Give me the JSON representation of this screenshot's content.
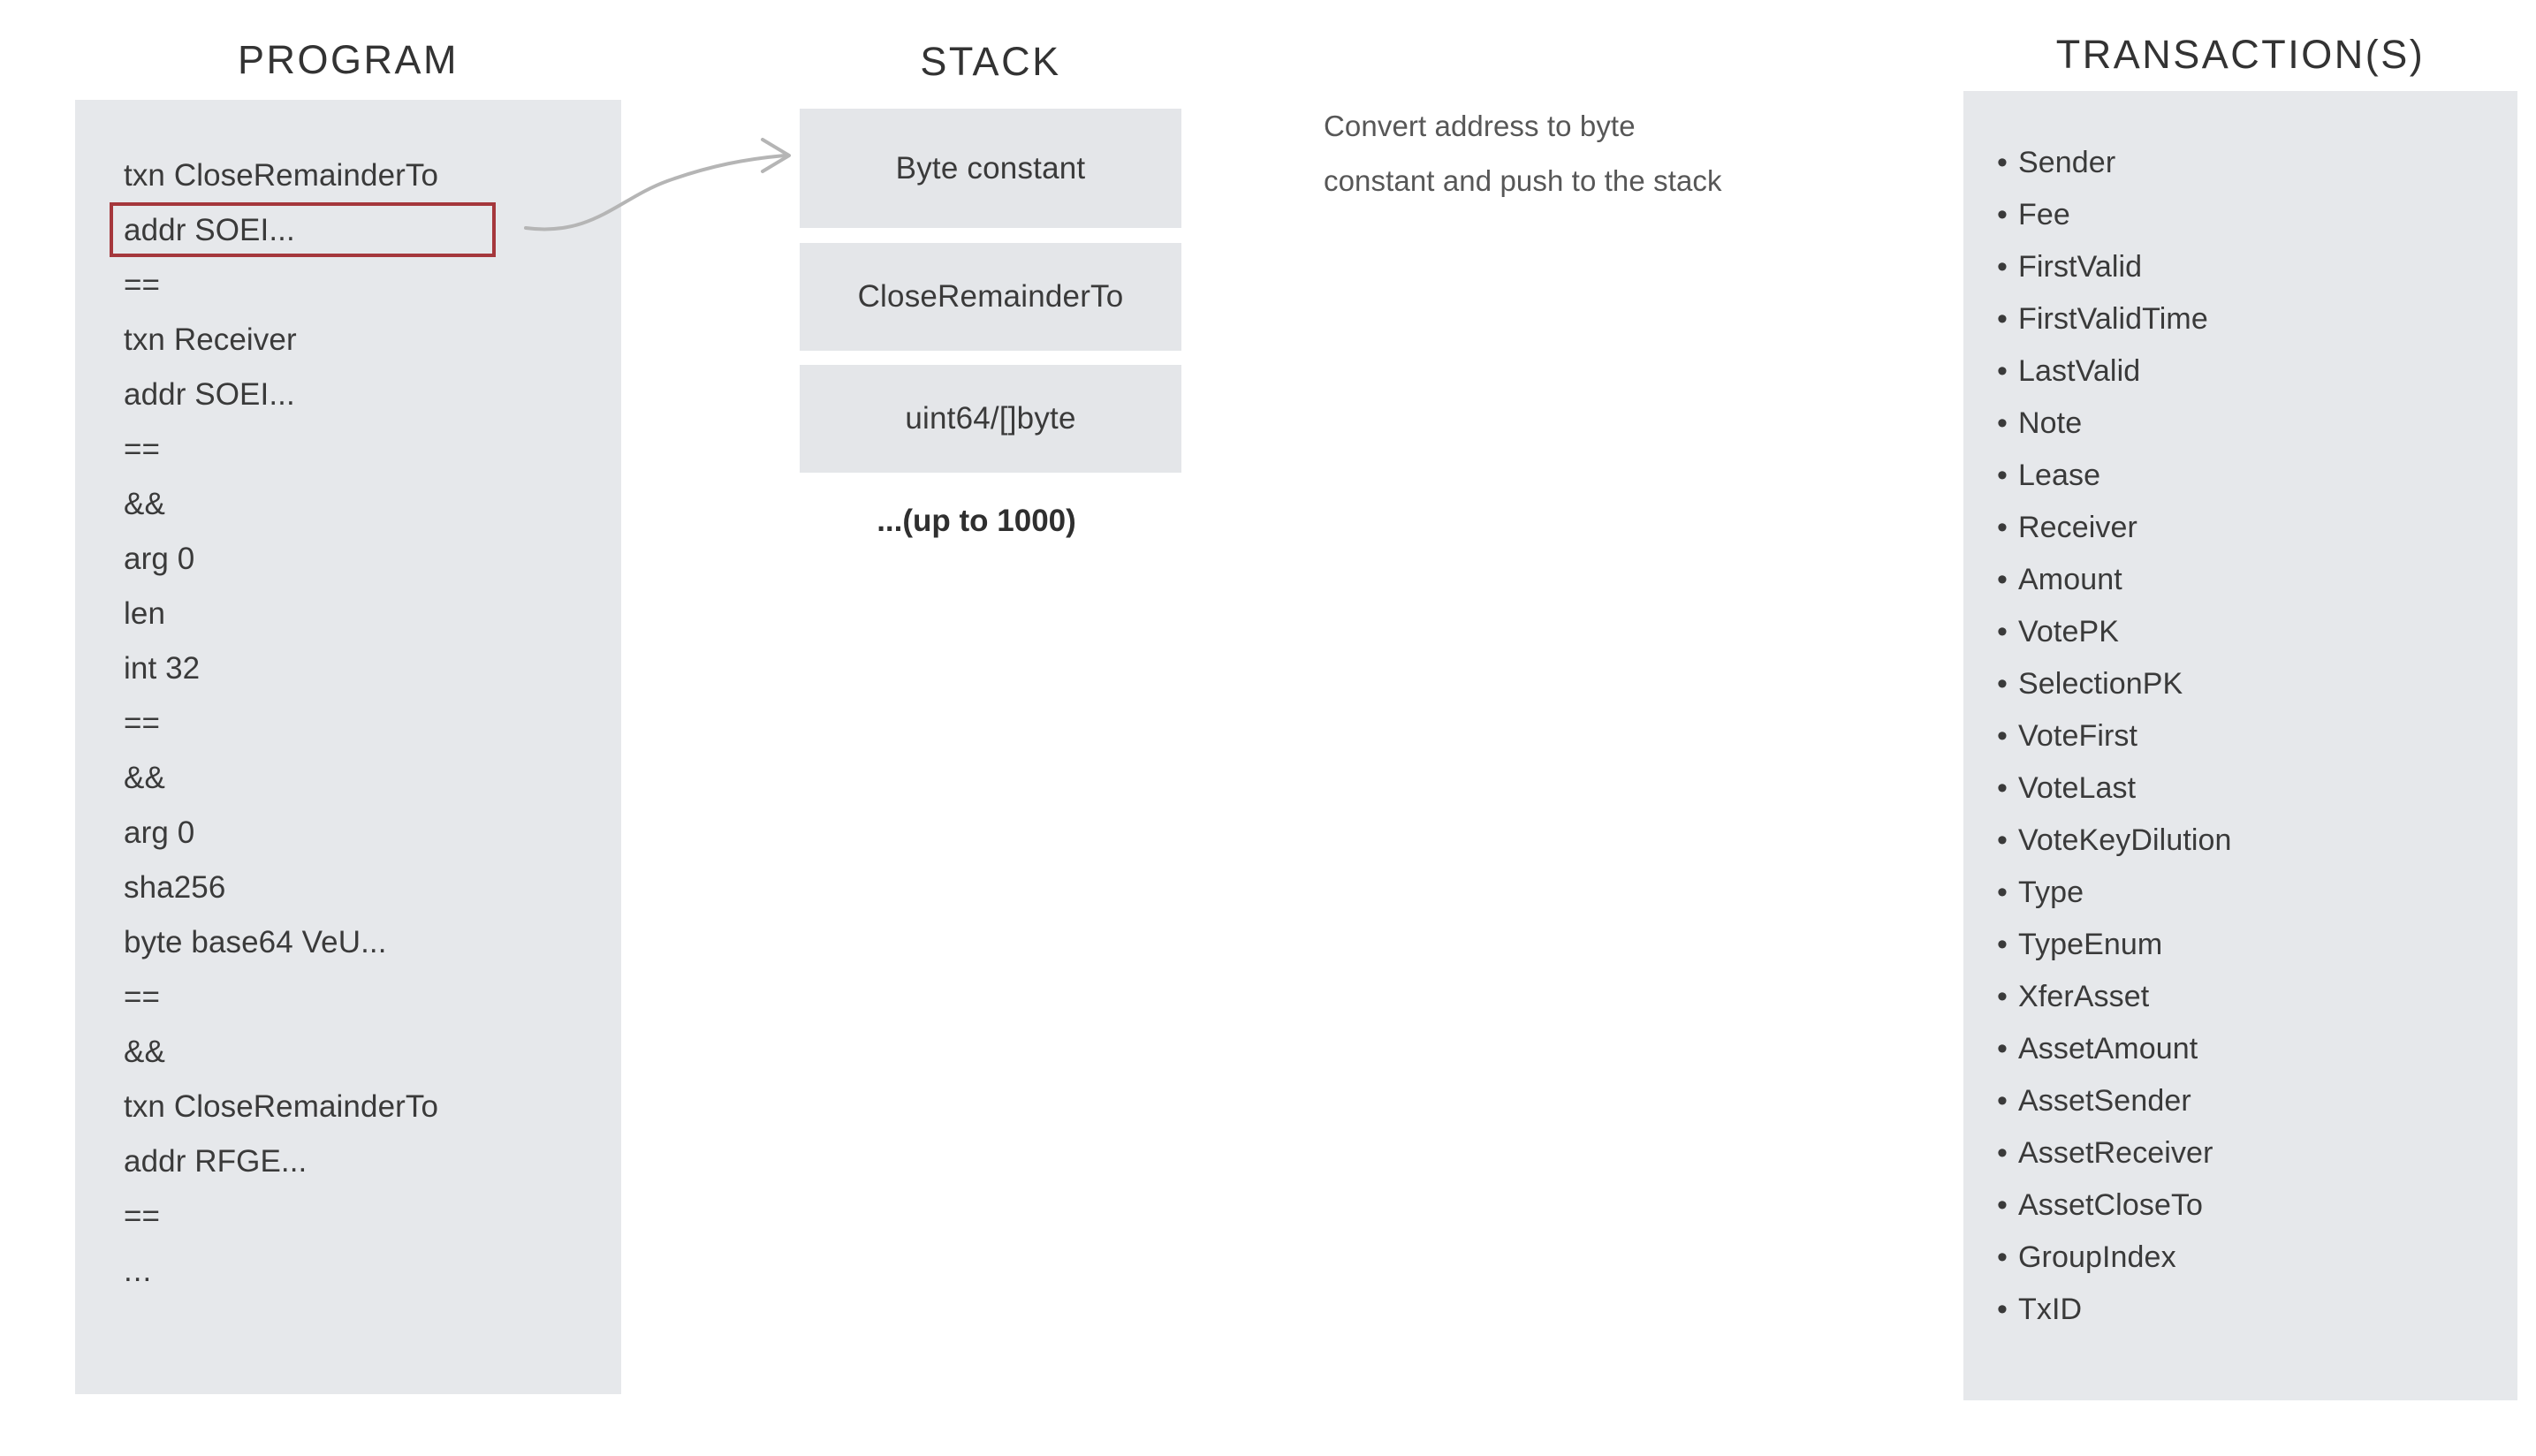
{
  "columns": {
    "program_title": "PROGRAM",
    "stack_title": "STACK",
    "transactions_title": "TRANSACTION(S)"
  },
  "colors": {
    "panel_bg": "#e6e8eb",
    "stack_box_bg": "#e4e6e9",
    "highlight_border": "#a5373c",
    "text": "#3a3a3a",
    "annotation_text": "#575757",
    "arrow": "#b3b3b3",
    "page_bg": "#ffffff"
  },
  "program": {
    "lines": [
      {
        "text": "txn CloseRemainderTo",
        "highlighted": false
      },
      {
        "text": "addr SOEI...",
        "highlighted": true
      },
      {
        "text": "==",
        "highlighted": false
      },
      {
        "text": "txn Receiver",
        "highlighted": false
      },
      {
        "text": "addr SOEI...",
        "highlighted": false
      },
      {
        "text": "==",
        "highlighted": false
      },
      {
        "text": "&&",
        "highlighted": false
      },
      {
        "text": "arg 0",
        "highlighted": false
      },
      {
        "text": "len",
        "highlighted": false
      },
      {
        "text": "int 32",
        "highlighted": false
      },
      {
        "text": "==",
        "highlighted": false
      },
      {
        "text": "&&",
        "highlighted": false
      },
      {
        "text": "arg 0",
        "highlighted": false
      },
      {
        "text": "sha256",
        "highlighted": false
      },
      {
        "text": "byte base64 VeU...",
        "highlighted": false
      },
      {
        "text": "==",
        "highlighted": false
      },
      {
        "text": "&&",
        "highlighted": false
      },
      {
        "text": "txn CloseRemainderTo",
        "highlighted": false
      },
      {
        "text": "addr RFGE...",
        "highlighted": false
      },
      {
        "text": "==",
        "highlighted": false
      },
      {
        "text": "...",
        "highlighted": false
      }
    ]
  },
  "stack": {
    "boxes": [
      {
        "label": "Byte constant"
      },
      {
        "label": "CloseRemainderTo"
      },
      {
        "label": "uint64/[]byte"
      }
    ],
    "more_label": "...(up to 1000)"
  },
  "annotation": {
    "line1": "Convert address to byte",
    "line2": "constant and push to the stack"
  },
  "transactions": {
    "bullet": "•",
    "fields": [
      "Sender",
      "Fee",
      "FirstValid",
      "FirstValidTime",
      "LastValid",
      "Note",
      "Lease",
      "Receiver",
      "Amount",
      "VotePK",
      "SelectionPK",
      "VoteFirst",
      "VoteLast",
      "VoteKeyDilution",
      "Type",
      "TypeEnum",
      "XferAsset",
      "AssetAmount",
      "AssetSender",
      "AssetReceiver",
      "AssetCloseTo",
      "GroupIndex",
      "TxID"
    ]
  }
}
